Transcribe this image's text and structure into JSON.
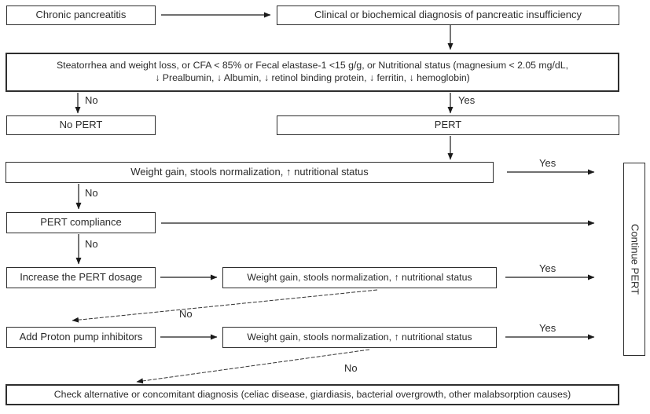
{
  "diagram": {
    "title_hint": "PERT decision flowchart",
    "colors": {
      "background": "#ffffff",
      "border": "#2e2e2e",
      "text": "#2b2b2b",
      "arrow": "#1a1a1a"
    },
    "nodes": {
      "chronic": "Chronic pancreatitis",
      "clinical": "Clinical or biochemical diagnosis of pancreatic insufficiency",
      "criteria_line1": "Steatorrhea and weight loss, or CFA < 85% or Fecal elastase-1 <15 g/g, or Nutritional status (magnesium < 2.05 mg/dL,",
      "criteria_line2": "↓ Prealbumin, ↓ Albumin, ↓ retinol binding protein, ↓ ferritin, ↓ hemoglobin)",
      "no_pert": "No PERT",
      "pert": "PERT",
      "outcome1": "Weight gain, stools normalization, ↑ nutritional status",
      "compliance": "PERT compliance",
      "increase": "Increase the PERT dosage",
      "outcome2": "Weight gain, stools normalization, ↑ nutritional status",
      "add_ppi": "Add Proton pump inhibitors",
      "outcome3": "Weight gain, stools normalization, ↑ nutritional status",
      "check": "Check alternative or concomitant diagnosis (celiac disease, giardiasis, bacterial overgrowth, other malabsorption causes)",
      "continue_pert": "Continue PERT"
    },
    "edge_labels": {
      "no1": "No",
      "yes1": "Yes",
      "yes2": "Yes",
      "no2": "No",
      "no3": "No",
      "yes3": "Yes",
      "no4": "No",
      "yes4": "Yes",
      "no5": "No"
    }
  }
}
